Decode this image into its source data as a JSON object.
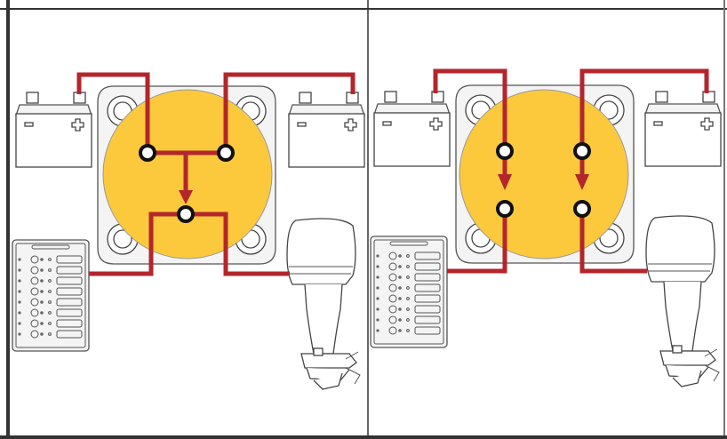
{
  "colors": {
    "wire": "#b3262b",
    "switch_face": "#fcc93d",
    "frame": "#333333",
    "outline": "#444444"
  },
  "icons": {
    "battery": "battery-icon",
    "switch": "battery-switch-icon",
    "panel": "breaker-panel-icon",
    "outboard": "outboard-motor-icon"
  },
  "panels": [
    {
      "mode": "combined",
      "arrows": 1
    },
    {
      "mode": "independent",
      "arrows": 2
    }
  ]
}
